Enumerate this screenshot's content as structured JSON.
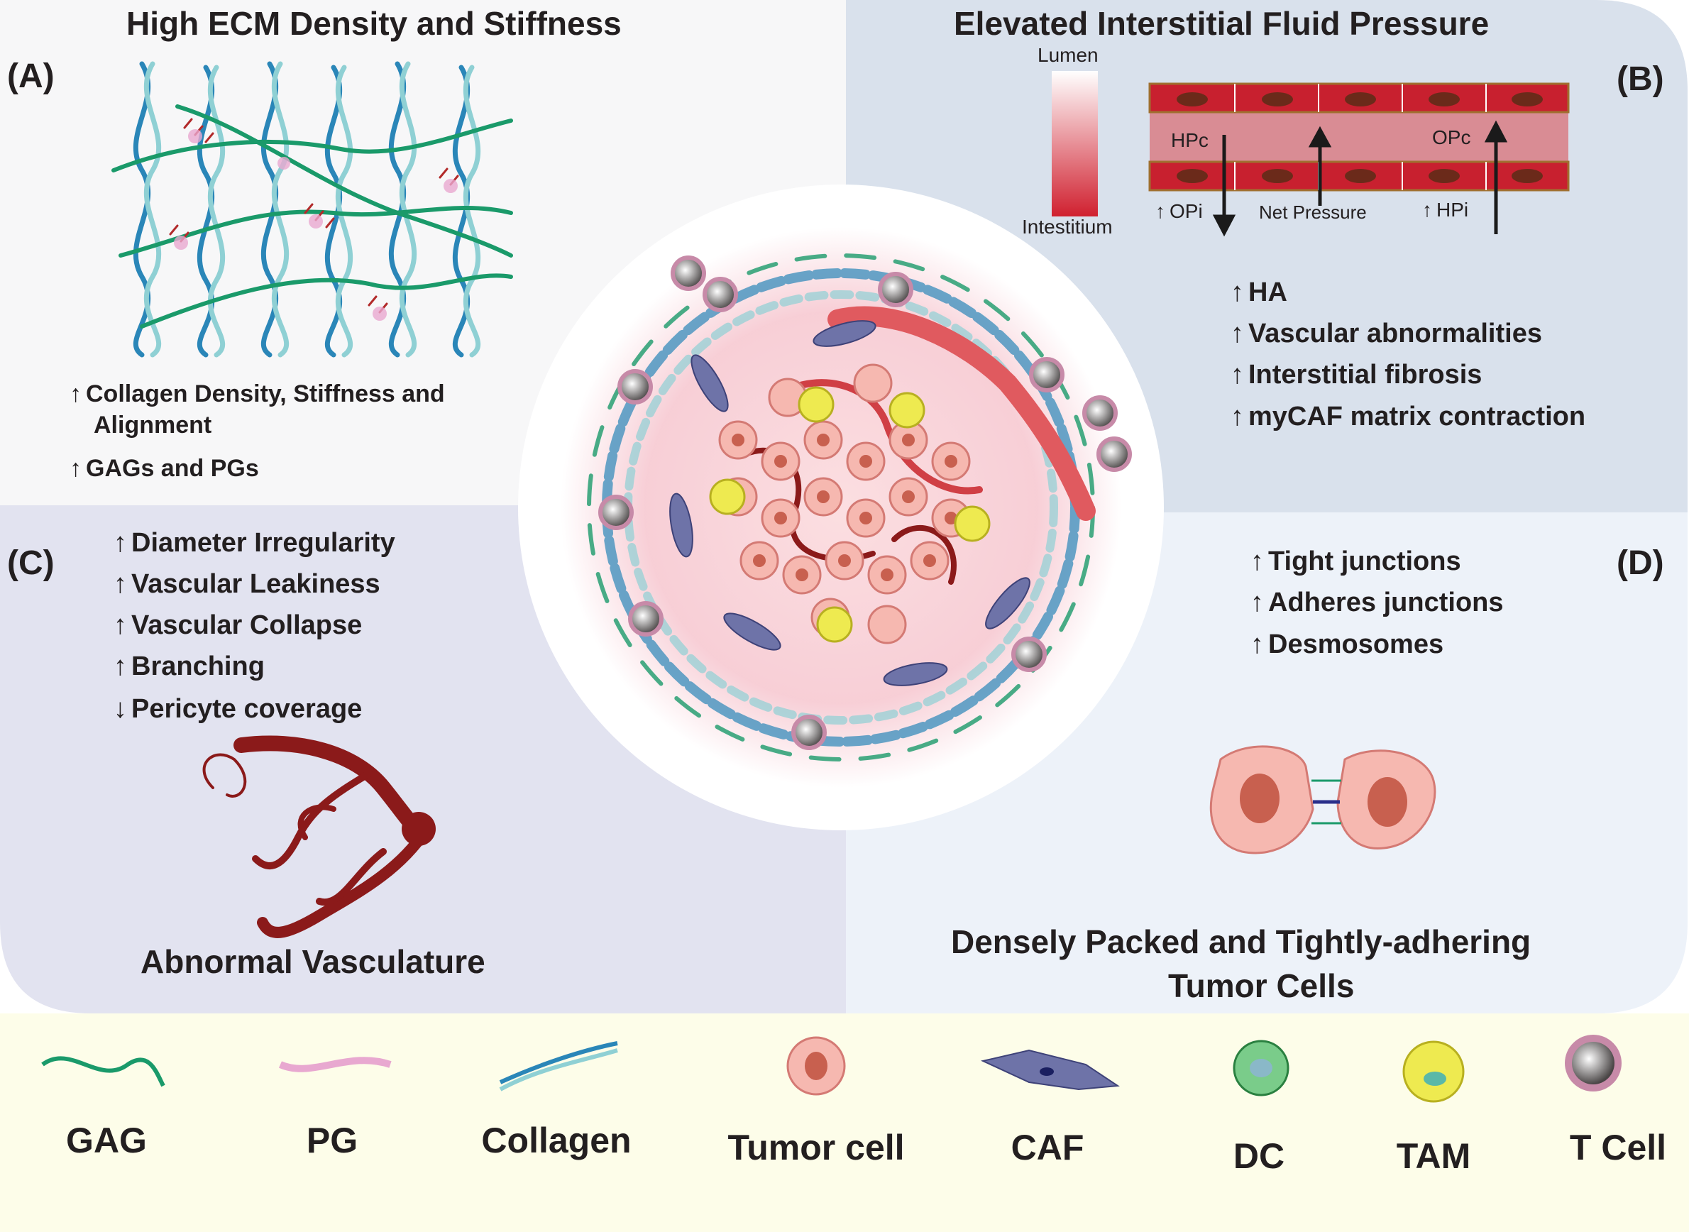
{
  "panels": {
    "a": {
      "label": "(A)",
      "title": "High ECM Density and Stiffness",
      "items": [
        "Collagen Density, Stiffness and",
        "Alignment",
        "GAGs and PGs"
      ]
    },
    "b": {
      "label": "(B)",
      "title": "Elevated Interstitial Fluid Pressure",
      "gradient_top": "Lumen",
      "gradient_bottom": "Intestitium",
      "hpc": "HPc",
      "opc": "OPc",
      "opi": "OPi",
      "net": "Net Pressure",
      "hpi": "HPi",
      "items": [
        "HA",
        "Vascular abnormalities",
        "Interstitial fibrosis",
        "myCAF matrix contraction"
      ]
    },
    "c": {
      "label": "(C)",
      "title": "Abnormal Vasculature",
      "items_up": [
        "Diameter Irregularity",
        "Vascular Leakiness",
        "Vascular Collapse",
        "Branching"
      ],
      "item_down": "Pericyte coverage"
    },
    "d": {
      "label": "(D)",
      "title_line1": "Densely Packed and Tightly-adhering",
      "title_line2": "Tumor Cells",
      "items": [
        "Tight junctions",
        "Adheres junctions",
        "Desmosomes"
      ]
    }
  },
  "legend": [
    {
      "label": "GAG",
      "icon": "gag-icon"
    },
    {
      "label": "PG",
      "icon": "pg-icon"
    },
    {
      "label": "Collagen",
      "icon": "collagen-icon"
    },
    {
      "label": "Tumor cell",
      "icon": "tumor-cell-icon"
    },
    {
      "label": "CAF",
      "icon": "caf-icon"
    },
    {
      "label": "DC",
      "icon": "dc-icon"
    },
    {
      "label": "TAM",
      "icon": "tam-icon"
    },
    {
      "label": "T Cell",
      "icon": "t-cell-icon"
    }
  ],
  "colors": {
    "panel_a_bg": "#f7f7f8",
    "panel_b_bg": "#d9e1ec",
    "panel_c_bg": "#e2e3f0",
    "panel_d_bg": "#edf2f9",
    "legend_bg": "#fdfde9",
    "vessel_red": "#c8202f",
    "vessel_dark": "#8b1a1a",
    "collagen_blue": "#2a86b8",
    "gag_green": "#1a9a6a",
    "tumor_pink": "#f6b8b0",
    "caf_purple": "#6e73a8"
  }
}
